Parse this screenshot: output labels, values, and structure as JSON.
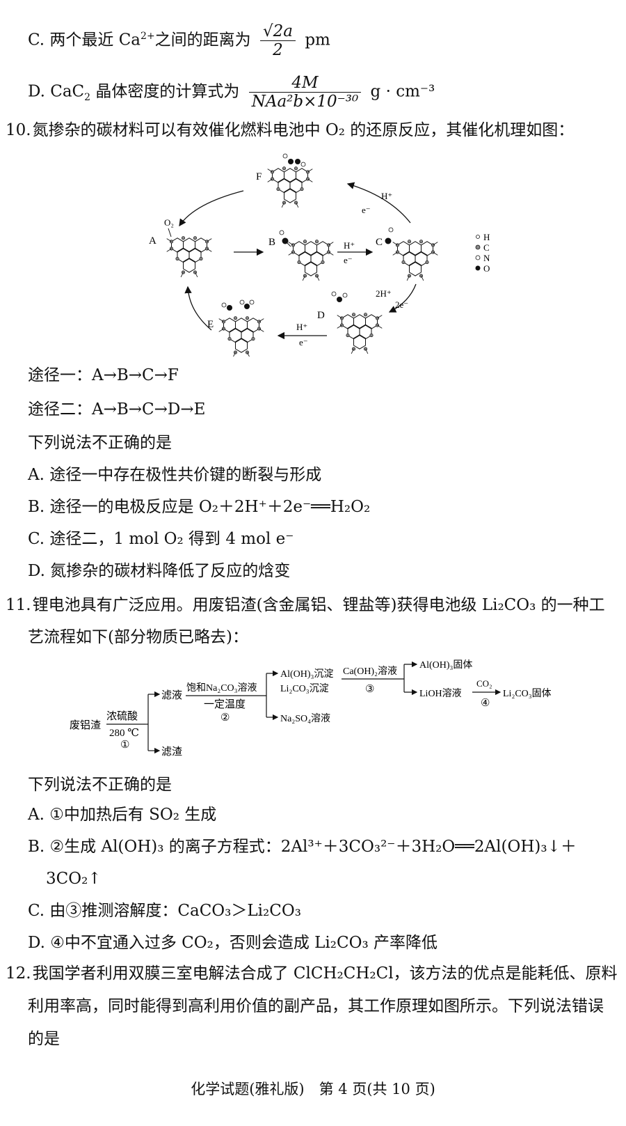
{
  "q9": {
    "optC_prefix": "C. 两个最近 Ca",
    "optC_sup": "2+",
    "optC_mid": "之间的距离为",
    "optC_frac_top": "√2a",
    "optC_frac_bot": "2",
    "optC_unit": "pm",
    "optD_prefix": "D. CaC",
    "optD_sub": "2",
    "optD_mid": " 晶体密度的计算式为",
    "optD_frac_top": "4M",
    "optD_frac_bot": "NAa²b×10⁻³⁰",
    "optD_unit": "g · cm⁻³"
  },
  "q10": {
    "number": "10.",
    "stem": "氮掺杂的碳材料可以有效催化燃料电池中 O₂ 的还原反应，其催化机理如图：",
    "diagram": {
      "labels": {
        "A": "A",
        "B": "B",
        "C": "C",
        "D": "D",
        "E": "E",
        "F": "F"
      },
      "o2_label": "O₂",
      "arrow_BC_top": "H⁺",
      "arrow_BC_bot": "e⁻",
      "arrow_CF_top": "H⁺",
      "arrow_CF_bot": "e⁻",
      "arrow_CD_top": "2H⁺",
      "arrow_CD_bot": "2e⁻",
      "arrow_DE_top": "H⁺",
      "arrow_DE_bot": "e⁻",
      "legend": [
        "H",
        "C",
        "N",
        "O"
      ]
    },
    "path1": "途径一：A→B→C→F",
    "path2": "途径二：A→B→C→D→E",
    "prompt": "下列说法不正确的是",
    "optA": "A. 途径一中存在极性共价键的断裂与形成",
    "optB": "B. 途径一的电极反应是 O₂＋2H⁺＋2e⁻══H₂O₂",
    "optC": "C. 途径二，1 mol O₂ 得到 4 mol e⁻",
    "optD": "D. 氮掺杂的碳材料降低了反应的焓变"
  },
  "q11": {
    "number": "11.",
    "stem1": "锂电池具有广泛应用。用废铝渣(含金属铝、锂盐等)获得电池级 Li₂CO₃ 的一种工",
    "stem2": "艺流程如下(部分物质已略去)：",
    "flow": {
      "start": "废铝渣",
      "step1_top": "浓硫酸",
      "step1_bot": "280 ℃",
      "step1_num": "①",
      "filtrate": "滤液",
      "residue": "滤渣",
      "step2_top": "饱和Na₂CO₃溶液",
      "step2_bot": "一定温度",
      "step2_num": "②",
      "precip1": "Al(OH)₃沉淀",
      "precip2": "Li₂CO₃沉淀",
      "na2so4": "Na₂SO₄溶液",
      "step3_top": "Ca(OH)₂溶液",
      "step3_num": "③",
      "aloh_solid": "Al(OH)₃固体",
      "lioh": "LiOH溶液",
      "step4_top": "CO₂",
      "step4_num": "④",
      "product": "Li₂CO₃固体"
    },
    "prompt": "下列说法不正确的是",
    "optA": "A. ①中加热后有 SO₂ 生成",
    "optB1": "B. ②生成 Al(OH)₃ 的离子方程式：2Al³⁺＋3CO₃²⁻＋3H₂O══2Al(OH)₃↓＋",
    "optB2": "3CO₂↑",
    "optC": "C. 由③推测溶解度：CaCO₃＞Li₂CO₃",
    "optD": "D. ④中不宜通入过多 CO₂，否则会造成 Li₂CO₃ 产率降低"
  },
  "q12": {
    "number": "12.",
    "line1": "我国学者利用双膜三室电解法合成了 ClCH₂CH₂Cl，该方法的优点是能耗低、原料",
    "line2": "利用率高，同时能得到高利用价值的副产品，其工作原理如图所示。下列说法错误",
    "line3": "的是"
  },
  "footer": "化学试题(雅礼版)　第 4 页(共 10 页)"
}
